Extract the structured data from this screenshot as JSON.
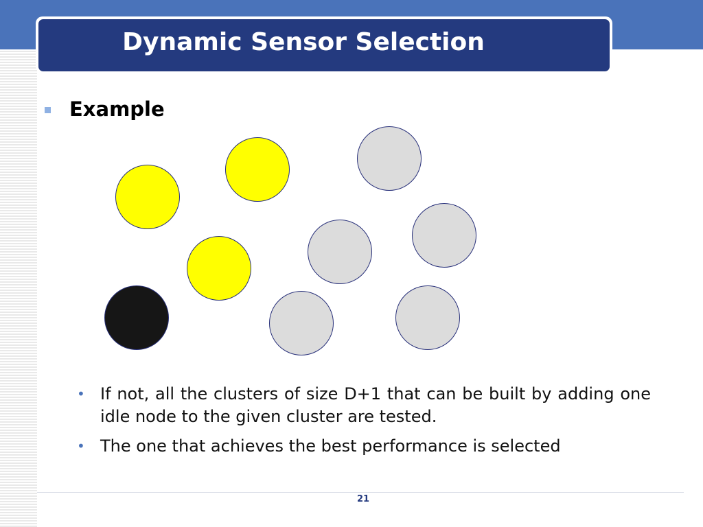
{
  "slide": {
    "title": "Dynamic Sensor Selection",
    "heading": "Example",
    "bullets": [
      "If not, all the clusters of size D+1 that can be built by adding one idle node to the given cluster are tested.",
      "The one that achieves the best performance is selected"
    ],
    "page_number": "21"
  },
  "nodes": [
    {
      "name": "node-yellow-1",
      "fill": "#ffff00"
    },
    {
      "name": "node-yellow-2",
      "fill": "#ffff00"
    },
    {
      "name": "node-yellow-3",
      "fill": "#ffff00"
    },
    {
      "name": "node-black",
      "fill": "#161616"
    },
    {
      "name": "node-grey-1",
      "fill": "#dcdcdc"
    },
    {
      "name": "node-grey-2",
      "fill": "#dcdcdc"
    },
    {
      "name": "node-grey-3",
      "fill": "#dcdcdc"
    },
    {
      "name": "node-grey-4",
      "fill": "#dcdcdc"
    },
    {
      "name": "node-grey-5",
      "fill": "#dcdcdc"
    }
  ],
  "colors": {
    "title_bar": "#243a7f",
    "top_band": "#4a73ba",
    "bullet_accent": "#4a73ba"
  }
}
